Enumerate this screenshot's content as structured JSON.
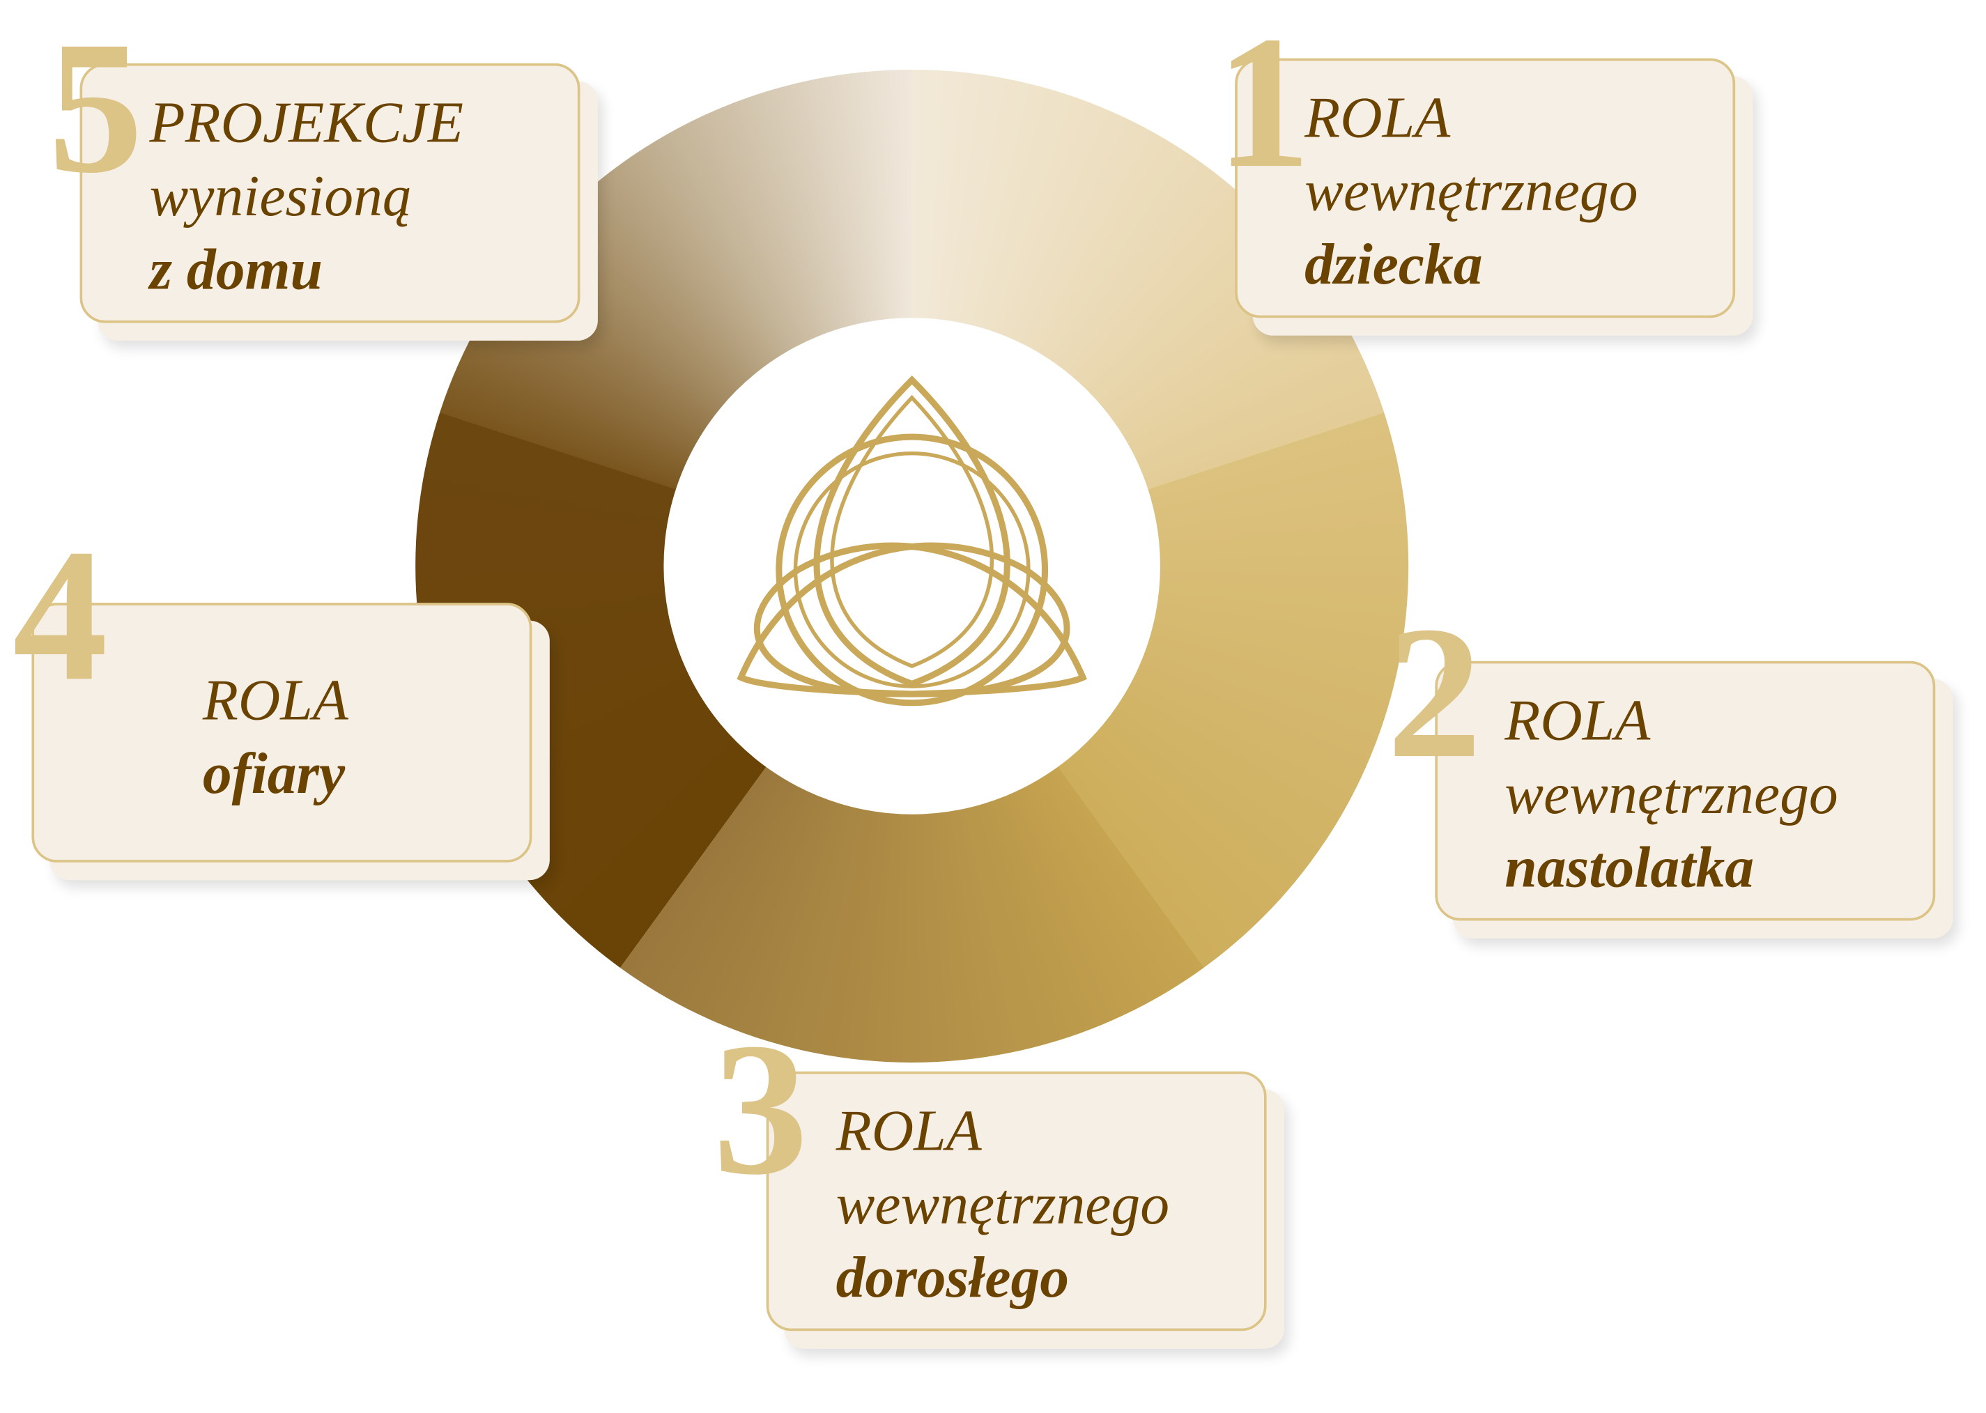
{
  "center_icon": "triquetra-icon",
  "colors": {
    "text": "#6b4300",
    "number": "#dcc487",
    "card": "#f6efe6"
  },
  "items": [
    {
      "number": "1",
      "lines": [
        "ROLA",
        "wewnętrznego"
      ],
      "bold": "dziecka"
    },
    {
      "number": "2",
      "lines": [
        "ROLA",
        "wewnętrznego"
      ],
      "bold": "nastolatka"
    },
    {
      "number": "3",
      "lines": [
        "ROLA",
        "wewnętrznego"
      ],
      "bold": "dorosłego"
    },
    {
      "number": "4",
      "lines": [
        "ROLA"
      ],
      "bold": "ofiary"
    },
    {
      "number": "5",
      "lines": [
        "PROJEKCJE",
        "wyniesioną"
      ],
      "bold": "z domu"
    }
  ]
}
